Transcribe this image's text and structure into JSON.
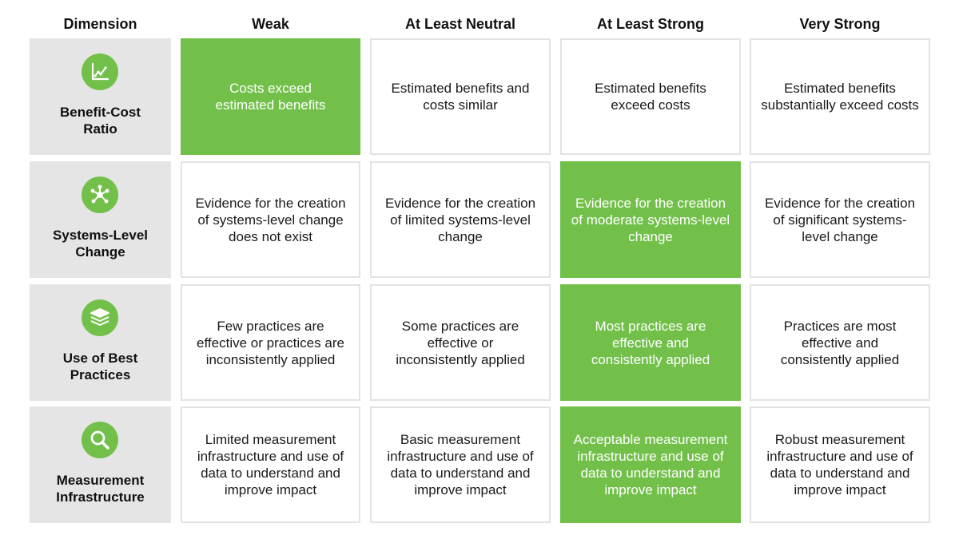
{
  "columns": [
    "Dimension",
    "Weak",
    "At Least Neutral",
    "At Least Strong",
    "Very Strong"
  ],
  "highlight_color": "#72c04a",
  "rows": [
    {
      "dimension": "Benefit-Cost Ratio",
      "icon": "line-chart-icon",
      "cells": [
        "Costs exceed estimated benefits",
        "Estimated benefits and costs similar",
        "Estimated benefits exceed costs",
        "Estimated benefits substantially exceed costs"
      ],
      "highlighted": "Weak"
    },
    {
      "dimension": "Systems-Level Change",
      "icon": "network-hub-icon",
      "cells": [
        "Evidence for the creation of systems-level change does not exist",
        "Evidence for the creation of limited systems-level change",
        "Evidence for the creation of moderate systems-level change",
        "Evidence for the creation of significant systems-level change"
      ],
      "highlighted": "At Least Strong"
    },
    {
      "dimension": "Use of Best Practices",
      "icon": "stacked-layers-icon",
      "cells": [
        "Few practices are effective or practices are inconsistently applied",
        "Some practices are effective or inconsistently applied",
        "Most practices are effective and consistently applied",
        "Practices are most effective and consistently applied"
      ],
      "highlighted": "At Least Strong"
    },
    {
      "dimension": "Measurement Infrastructure",
      "icon": "magnifying-glass-icon",
      "cells": [
        "Limited measurement infrastructure and use of data to understand and improve impact",
        "Basic measurement infrastructure and use of data to understand and improve impact",
        "Acceptable measurement infrastructure and use of data to understand and improve impact",
        "Robust measurement infrastructure and use of data to understand and improve impact"
      ],
      "highlighted": "At Least Strong"
    }
  ]
}
